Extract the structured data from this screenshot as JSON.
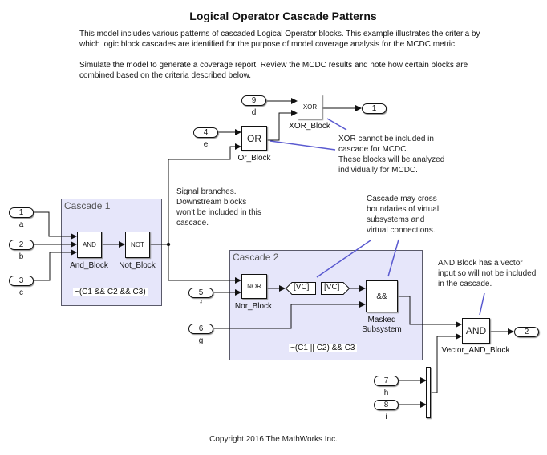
{
  "title": "Logical Operator Cascade Patterns",
  "description": {
    "paragraph1": "This model includes various patterns of cascaded Logical Operator blocks. This example illustrates the criteria by which logic block cascades are identified for the purpose of model coverage analysis for the MCDC metric.",
    "paragraph2": "Simulate the model to generate a coverage report. Review the MCDC results and note how certain blocks are combined based on the criteria described below."
  },
  "inports": [
    {
      "number": "1",
      "label": "a"
    },
    {
      "number": "2",
      "label": "b"
    },
    {
      "number": "3",
      "label": "c"
    },
    {
      "number": "4",
      "label": "e"
    },
    {
      "number": "5",
      "label": "f"
    },
    {
      "number": "6",
      "label": "g"
    },
    {
      "number": "7",
      "label": "h"
    },
    {
      "number": "8",
      "label": "i"
    },
    {
      "number": "9",
      "label": "d"
    }
  ],
  "outports": [
    {
      "number": "1"
    },
    {
      "number": "2"
    }
  ],
  "blocks": {
    "and_block": {
      "glyph": "AND",
      "name": "And_Block"
    },
    "not_block": {
      "glyph": "NOT",
      "name": "Not_Block"
    },
    "or_block": {
      "glyph": "OR",
      "name": "Or_Block"
    },
    "xor_block": {
      "glyph": "XOR",
      "name": "XOR_Block"
    },
    "nor_block": {
      "glyph": "NOR",
      "name": "Nor_Block"
    },
    "masked_subsystem": {
      "glyph": "&&",
      "name_line1": "Masked",
      "name_line2": "Subsystem"
    },
    "vector_and_block": {
      "glyph": "AND",
      "name": "Vector_AND_Block"
    },
    "goto_tag": "[VC]",
    "from_tag": "[VC]"
  },
  "cascades": [
    {
      "label": "Cascade 1",
      "expression": "~(C1 && C2 && C3)"
    },
    {
      "label": "Cascade 2",
      "expression": "~(C1 || C2) && C3"
    }
  ],
  "annotations": {
    "xor_note": [
      "XOR cannot be included in",
      "cascade for MCDC.",
      "These blocks will be analyzed",
      "individually for MCDC."
    ],
    "branch_note": [
      "Signal branches.",
      "Downstream blocks",
      "won't be included in this",
      "cascade."
    ],
    "cross_note": [
      "Cascade may cross",
      "boundaries of virtual",
      "subsystems and",
      "virtual connections."
    ],
    "vector_note": [
      "AND Block has a vector",
      "input so will not be included",
      "in the cascade."
    ]
  },
  "colors": {
    "cascade_fill": "#e6e6fa",
    "annotation_line": "#5a5ad0"
  },
  "copyright": "Copyright 2016 The MathWorks Inc."
}
